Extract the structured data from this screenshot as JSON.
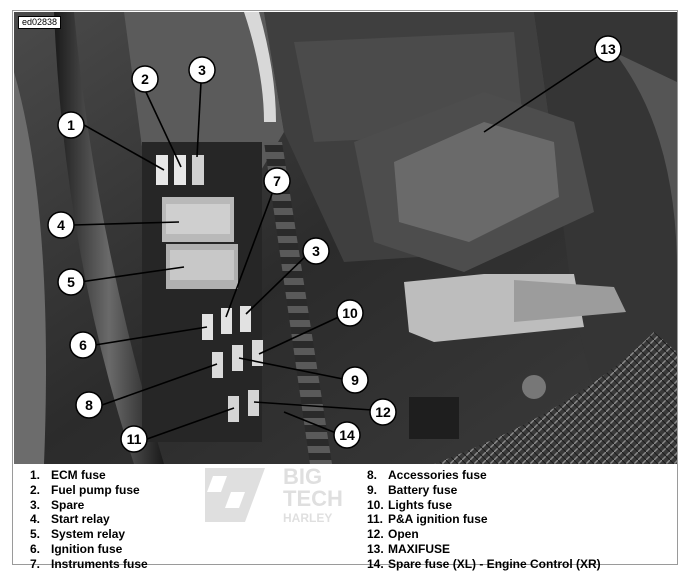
{
  "figure_id": "ed02838",
  "callouts": [
    "1",
    "2",
    "3",
    "4",
    "5",
    "6",
    "7",
    "3",
    "8",
    "9",
    "10",
    "11",
    "12",
    "13",
    "14"
  ],
  "legend_left": [
    {
      "num": "1.",
      "label": "ECM fuse"
    },
    {
      "num": "2.",
      "label": "Fuel pump fuse"
    },
    {
      "num": "3.",
      "label": "Spare"
    },
    {
      "num": "4.",
      "label": "Start relay"
    },
    {
      "num": "5.",
      "label": "System relay"
    },
    {
      "num": "6.",
      "label": "Ignition fuse"
    },
    {
      "num": "7.",
      "label": "Instruments fuse"
    }
  ],
  "legend_right": [
    {
      "num": "8.",
      "label": "Accessories fuse"
    },
    {
      "num": "9.",
      "label": "Battery fuse"
    },
    {
      "num": "10.",
      "label": "Lights fuse"
    },
    {
      "num": "11.",
      "label": "P&A ignition fuse"
    },
    {
      "num": "12.",
      "label": "Open"
    },
    {
      "num": "13.",
      "label": "MAXIFUSE"
    },
    {
      "num": "14.",
      "label": "Spare fuse (XL) - Engine Control (XR)"
    }
  ],
  "watermark": {
    "line1": "BIG",
    "line2": "TECH",
    "line3": "HARLEY"
  }
}
